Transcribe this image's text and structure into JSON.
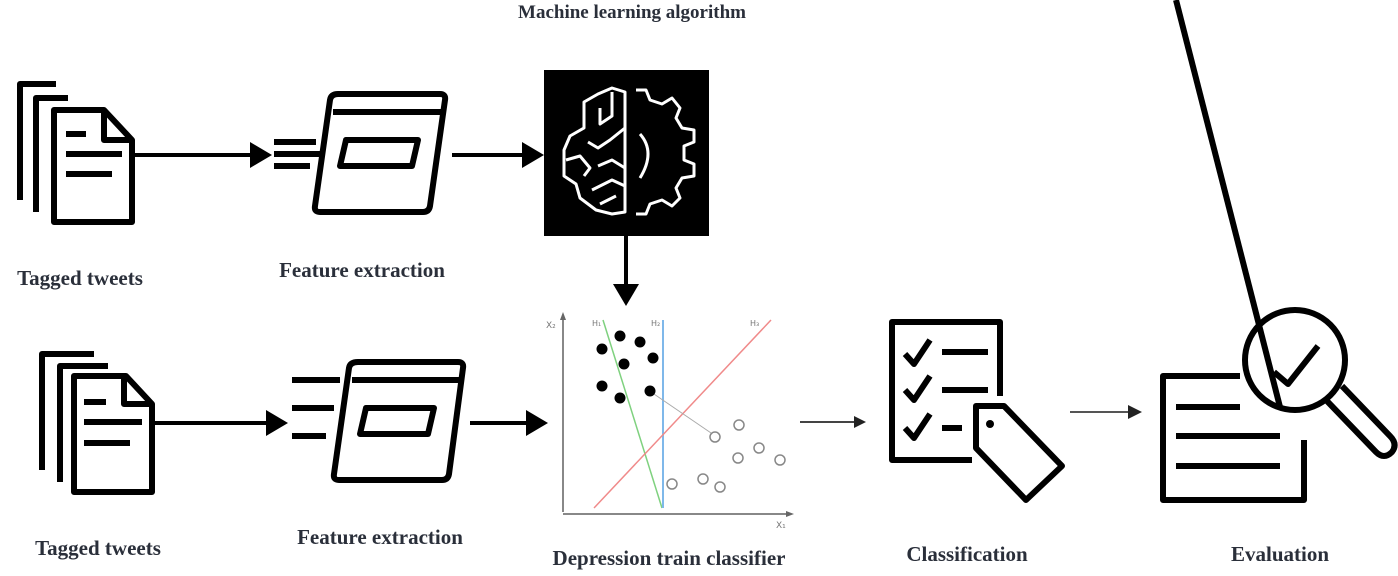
{
  "title": "Machine learning algorithm",
  "nodes": {
    "tagged_tweets_top": "Tagged tweets",
    "feature_extraction_top": "Feature extraction",
    "ml_algorithm": "Machine learning algorithm",
    "tagged_tweets_bottom": "Tagged tweets",
    "feature_extraction_bottom": "Feature extraction",
    "train_classifier": "Depression train classifier",
    "classification": "Classification",
    "evaluation": "Evaluation"
  },
  "plot": {
    "x_axis_label": "X₁",
    "y_axis_label": "X₂",
    "line_labels": [
      "H₁",
      "H₂",
      "H₃"
    ],
    "line_colors": [
      "#7fd17f",
      "#7fb8ea",
      "#f08a8a"
    ]
  },
  "flow": [
    "Tagged tweets → Feature extraction → Machine learning algorithm",
    "Machine learning algorithm → Depression train classifier",
    "Tagged tweets → Feature extraction → Depression train classifier → Classification → Evaluation"
  ]
}
